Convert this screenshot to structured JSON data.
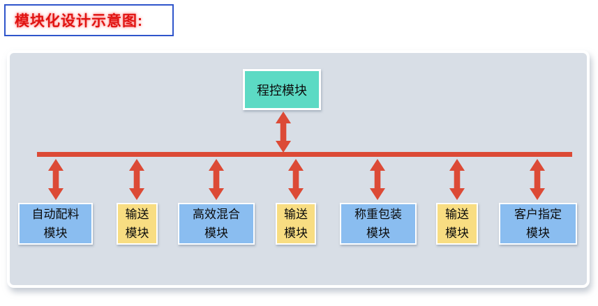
{
  "title": "模块化设计示意图:",
  "colors": {
    "title-red": "#e01311",
    "title-border-blue": "#2f55cb",
    "panel-bg": "#d8dee6",
    "accent-red": "#dc4a36",
    "module-teal": "#5cdac4",
    "module-blue": "#8abdf0",
    "module-yellow": "#f8dd82"
  },
  "diagram": {
    "top_module": {
      "label": "程控模块",
      "color": "teal"
    },
    "modules": [
      {
        "lines": [
          "自动配料",
          "模块"
        ],
        "color": "blue"
      },
      {
        "lines": [
          "输送",
          "模块"
        ],
        "color": "yellow"
      },
      {
        "lines": [
          "高效混合",
          "模块"
        ],
        "color": "blue"
      },
      {
        "lines": [
          "输送",
          "模块"
        ],
        "color": "yellow"
      },
      {
        "lines": [
          "称重包装",
          "模块"
        ],
        "color": "blue"
      },
      {
        "lines": [
          "输送",
          "模块"
        ],
        "color": "yellow"
      },
      {
        "lines": [
          "客户指定",
          "模块"
        ],
        "color": "blue"
      }
    ]
  }
}
